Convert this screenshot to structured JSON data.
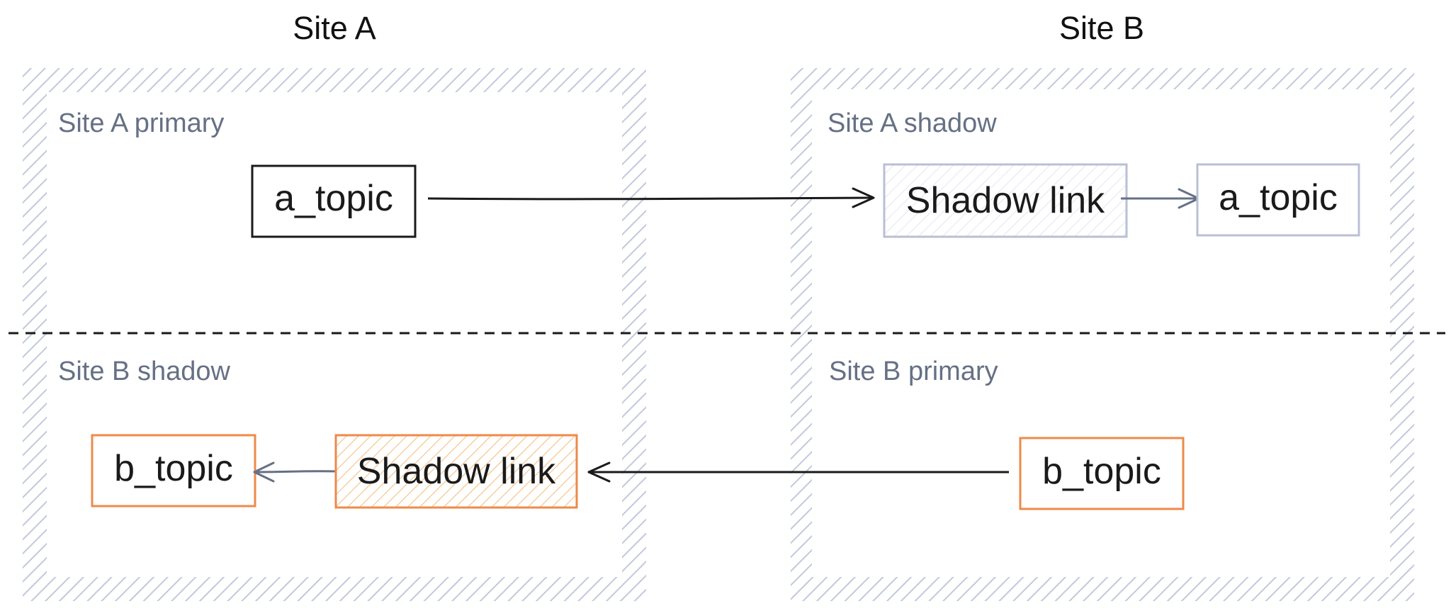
{
  "sites": [
    {
      "title": "Site A"
    },
    {
      "title": "Site B"
    }
  ],
  "zones": {
    "a_primary": "Site A primary",
    "a_shadow": "Site A shadow",
    "b_shadow": "Site B shadow",
    "b_primary": "Site B primary"
  },
  "nodes": {
    "a_topic_primary": "a_topic",
    "a_shadow_link": "Shadow link",
    "a_topic_shadow": "a_topic",
    "b_topic_shadow": "b_topic",
    "b_shadow_link": "Shadow link",
    "b_topic_primary": "b_topic"
  },
  "colors": {
    "hatch_gray": "#c3c9dc",
    "orange": "#ee8a4a",
    "orange_hatch": "#f8cfa2",
    "gray_border": "#b9c0d4",
    "arrow_gray": "#667085",
    "black": "#1a1a1a"
  }
}
